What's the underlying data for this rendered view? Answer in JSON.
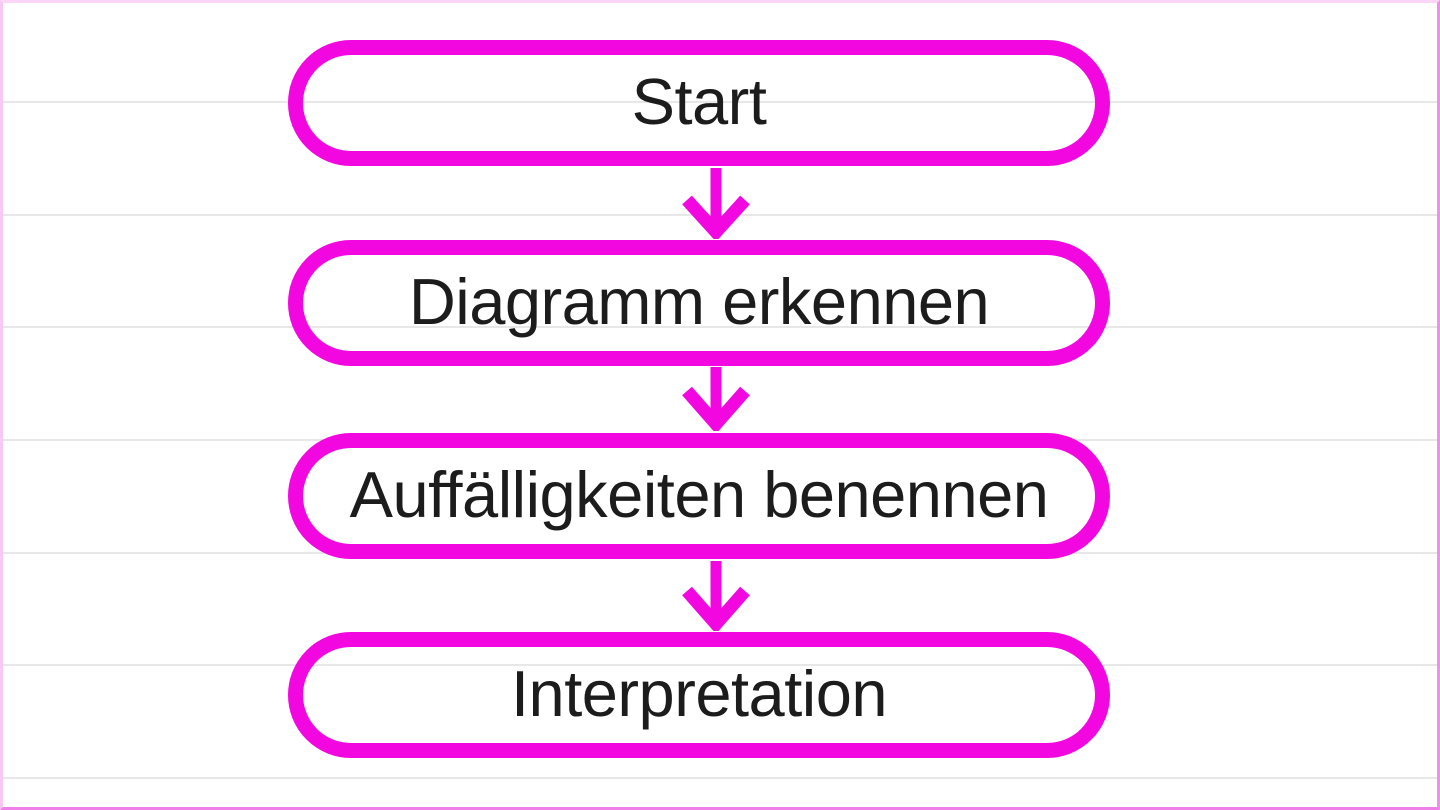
{
  "colors": {
    "node_stroke": "#f307e0",
    "text": "#1c1c1c",
    "rule_line": "#e7e7e7",
    "frame_top": "#fbd6f8",
    "frame_left": "#f9c8f4",
    "frame_right": "#f190ea",
    "frame_bottom": "#ee80e7"
  },
  "flowchart": {
    "direction": "top-down",
    "nodes": [
      {
        "id": "start",
        "label": "Start"
      },
      {
        "id": "diagramm-erkennen",
        "label": "Diagramm erkennen"
      },
      {
        "id": "auffaelligkeiten-benennen",
        "label": "Auffälligkeiten benennen"
      },
      {
        "id": "interpretation",
        "label": "Interpretation"
      }
    ],
    "connections": [
      {
        "from": "start",
        "to": "diagramm-erkennen"
      },
      {
        "from": "diagramm-erkennen",
        "to": "auffaelligkeiten-benennen"
      },
      {
        "from": "auffaelligkeiten-benennen",
        "to": "interpretation"
      }
    ]
  }
}
